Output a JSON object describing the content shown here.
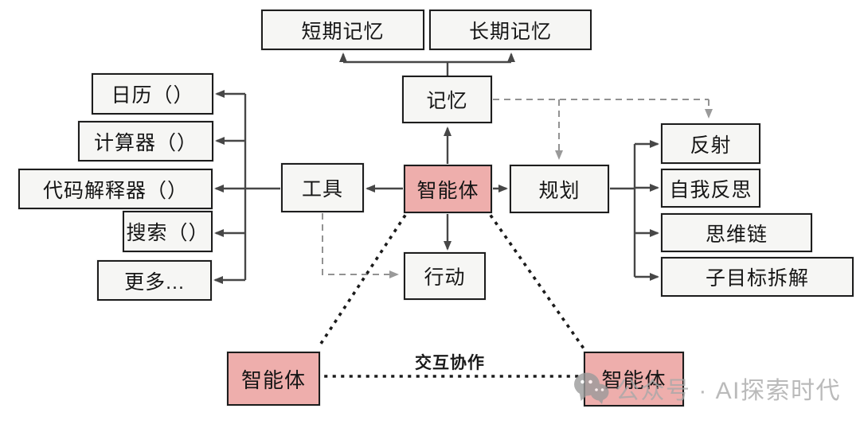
{
  "diagram": {
    "title": "agent-architecture",
    "nodes": {
      "short_term_memory": "短期记忆",
      "long_term_memory": "长期记忆",
      "memory": "记忆",
      "agent": "智能体",
      "tools": "工具",
      "planning": "规划",
      "action": "行动",
      "calendar": "日历（）",
      "calculator": "计算器（）",
      "code_interpreter": "代码解释器（）",
      "search": "搜索（）",
      "more": "更多...",
      "reflection": "反射",
      "self_reflection": "自我反思",
      "chain_of_thought": "思维链",
      "subgoal_decomposition": "子目标拆解",
      "agent_bottom_left": "智能体",
      "agent_bottom_right": "智能体"
    },
    "edge_label": "交互协作",
    "colors": {
      "agent-fill": "#eeaeac",
      "box-fill": "#f6f6f4",
      "box-border": "#1d1d1d",
      "arrow": "#474747",
      "dashed": "#929292",
      "watermark": "#a9a9a9"
    }
  },
  "watermark": {
    "icon": "wechat-icon",
    "text": "公众号 · AI探索时代"
  }
}
